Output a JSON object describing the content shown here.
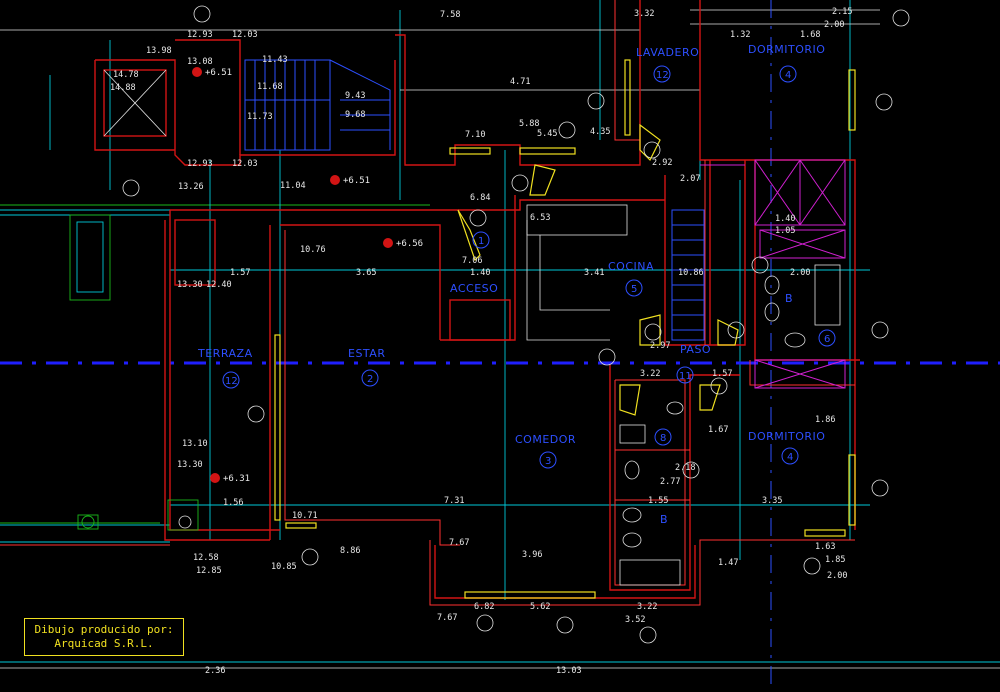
{
  "rooms": [
    {
      "name": "LAVADERO",
      "number": "12"
    },
    {
      "name": "DORMITORIO",
      "number": "4"
    },
    {
      "name": "COCINA",
      "number": "5"
    },
    {
      "name": "ACCESO",
      "number": "1"
    },
    {
      "name": "TERRAZA",
      "number": "12"
    },
    {
      "name": "ESTAR",
      "number": "2"
    },
    {
      "name": "PASO",
      "number": "11"
    },
    {
      "name": "COMEDOR",
      "number": "3"
    },
    {
      "name": "DORMITORIO",
      "number": "4"
    },
    {
      "name": "B",
      "number": "8"
    },
    {
      "name": "B",
      "number": "6"
    }
  ],
  "levels": [
    "+6.51",
    "+6.51",
    "+6.56",
    "+6.31"
  ],
  "dimensions": {
    "d1": "12.93",
    "d2": "12.03",
    "d3": "13.08",
    "d4": "14.78",
    "d5": "14.88",
    "d6": "11.43",
    "d7": "11.68",
    "d8": "11.73",
    "d9": "9.43",
    "d10": "9.68",
    "d11": "7.10",
    "d12": "5.88",
    "d13": "5.45",
    "d14": "4.35",
    "d15": "4.71",
    "d16": "3.32",
    "d17": "7.58",
    "d18": "13.98",
    "d19": "12.93",
    "d20": "12.03",
    "d21": "13.26",
    "d22": "11.04",
    "d23": "6.84",
    "d24": "6.53",
    "d25": "10.76",
    "d26": "7.06",
    "d27": "1.40",
    "d28": "3.41",
    "d29": "10.86",
    "d30": "13.30",
    "d31": "12.40",
    "d32": "1.57",
    "d33": "3.65",
    "d34": "2.97",
    "d35": "3.22",
    "d36": "1.57",
    "d37": "13.10",
    "d38": "13.30",
    "d39": "1.56",
    "d40": "10.71",
    "d41": "7.31",
    "d42": "1.55",
    "d43": "3.35",
    "d44": "12.58",
    "d45": "12.85",
    "d46": "10.85",
    "d47": "8.86",
    "d48": "7.67",
    "d49": "3.96",
    "d50": "6.82",
    "d51": "5.62",
    "d52": "3.22",
    "d53": "3.52",
    "d54": "7.67",
    "d55": "1.47",
    "d56": "1.63",
    "d57": "1.85",
    "d58": "2.00",
    "d59": "2.36",
    "d60": "13.03",
    "d61": "2.15",
    "d62": "2.00",
    "d63": "1.68",
    "d64": "1.32",
    "d65": "2.07",
    "d66": "2.92",
    "d67": "1.86",
    "d68": "1.67",
    "d69": "2.77",
    "d70": "2.18",
    "d71": "1.40",
    "d72": "1.05",
    "d73": "2.00"
  },
  "credit": {
    "line1": "Dibujo producido por:",
    "line2": "Arquicad S.R.L."
  }
}
